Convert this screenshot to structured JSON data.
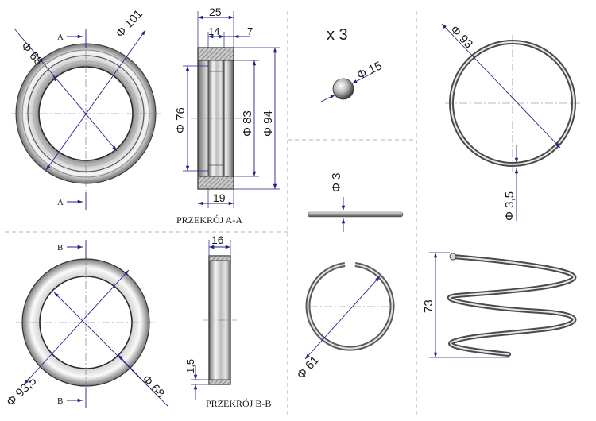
{
  "labels": {
    "d68_top": "Φ 68",
    "d101": "Φ 101",
    "a_top": "A",
    "a_bottom": "A",
    "w25": "25",
    "w14": "14",
    "w7": "7",
    "d76": "Φ 76",
    "d83": "Φ 83",
    "d94": "Φ 94",
    "w19": "19",
    "section_aa": "PRZEKRÓJ A-A",
    "qty": "x 3",
    "d15": "Φ 15",
    "d3": "Φ 3",
    "d61": "Φ 61",
    "d93": "Φ 93",
    "d35": "Φ 3,5",
    "h73": "73",
    "b_top": "B",
    "b_bottom": "B",
    "d935": "Φ 93,5",
    "d68_bottom": "Φ 68",
    "w16": "16",
    "w15": "1,5",
    "section_bb": "PRZEKRÓJ B-B"
  },
  "colors": {
    "dimension": "#22228a",
    "metal_light": "#f2f2f2",
    "metal_dark": "#5a5a5a",
    "section_hatch": "#7a7a7a"
  }
}
